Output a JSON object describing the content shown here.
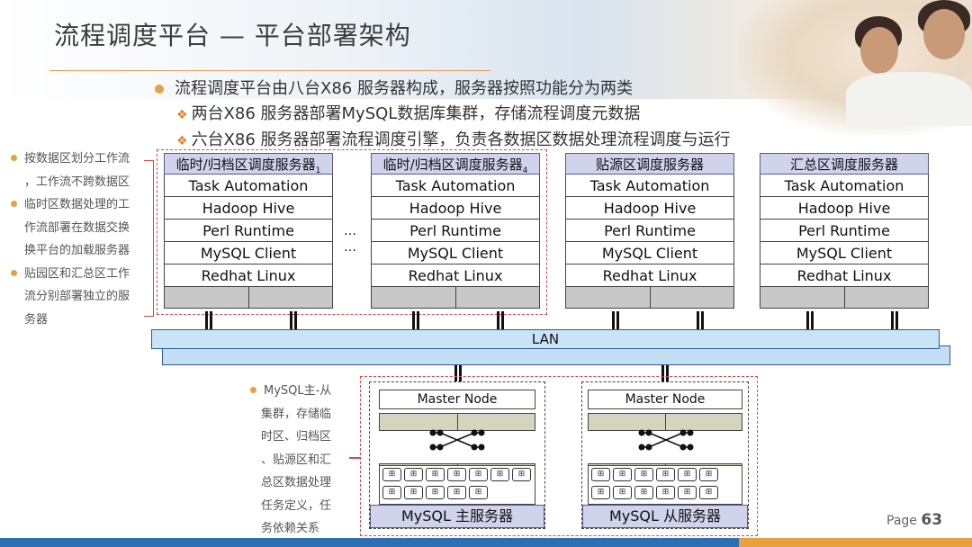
{
  "title": "流程调度平台 — 平台部署架构",
  "bullets": {
    "main": "流程调度平台由八台X86 服务器构成，服务器按照功能分为两类",
    "sub1": "两台X86 服务器部署MySQL数据库集群，存储流程调度元数据",
    "sub2": "六台X86 服务器部署流程调度引擎，负责各数据区数据处理流程调度与运行"
  },
  "left_notes": [
    {
      "lines": [
        "按数据区划分工作流",
        "，工作流不跨数据区"
      ]
    },
    {
      "lines": [
        "临时区数据处理的工",
        "作流部署在数据交换",
        "换平台的加载服务器"
      ]
    },
    {
      "lines": [
        "贴园区和汇总区工作",
        "流分别部署独立的服",
        "务器"
      ]
    }
  ],
  "servers": [
    {
      "name": "临时/归档区调度服务器",
      "sub": "1"
    },
    {
      "name": "临时/归档区调度服务器",
      "sub": "4"
    },
    {
      "name": "贴源区调度服务器",
      "sub": ""
    },
    {
      "name": "汇总区调度服务器",
      "sub": ""
    }
  ],
  "stack": [
    "Task Automation",
    "Hadoop Hive",
    "Perl Runtime",
    "MySQL Client",
    "Redhat Linux"
  ],
  "ellipsis": [
    "…",
    "…"
  ],
  "lan_label": "LAN",
  "mysql_note": [
    "MySQL主-从",
    "集群，存储临",
    "时区、归档区",
    "、贴源区和汇",
    "总区数据处理",
    "任务定义，任",
    "务依赖关系"
  ],
  "db": [
    {
      "master": "Master Node",
      "label": "MySQL 主服务器"
    },
    {
      "master": "Master Node",
      "label": "MySQL 从服务器"
    }
  ],
  "page": {
    "prefix": "Page",
    "number": "63"
  },
  "colors": {
    "accent": "#e8a040",
    "blue": "#2e6fb3",
    "dash": "#d24a4a",
    "header": "#cfd3ec"
  }
}
